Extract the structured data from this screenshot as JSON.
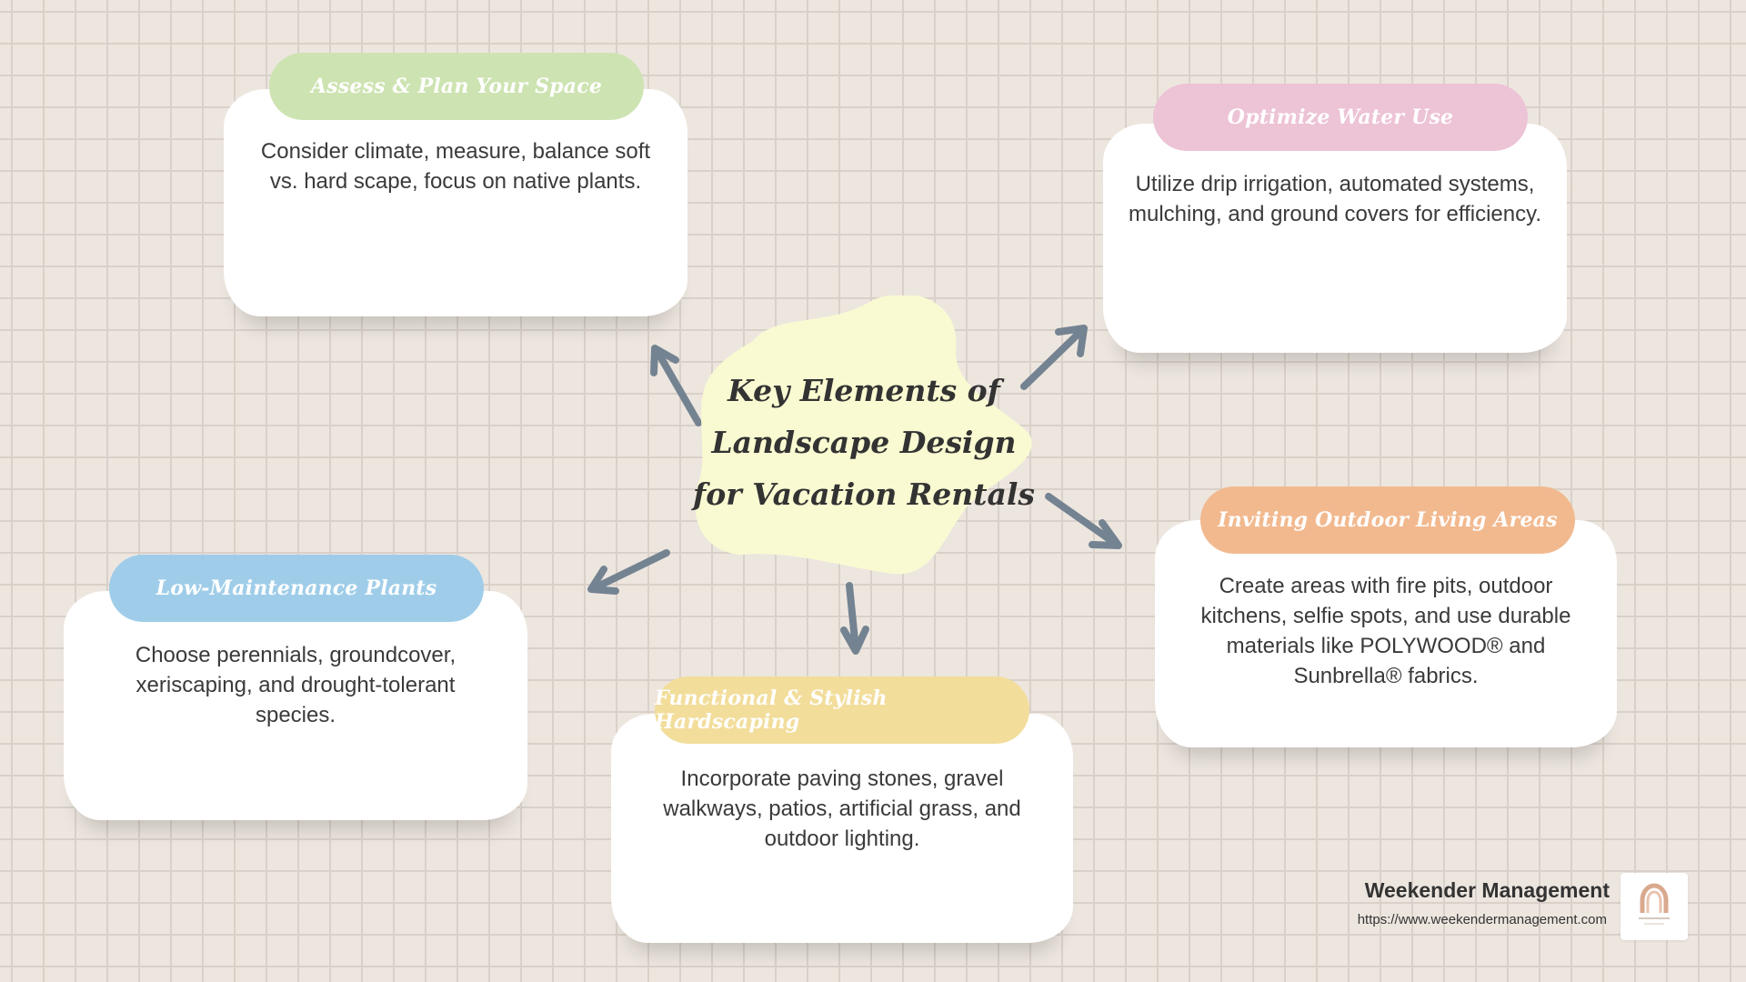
{
  "title": "Key Elements of Landscape Design for Vacation Rentals",
  "colors": {
    "background": "#ede6df",
    "grid": "#d9d1c9",
    "center_blob": "#fafad2",
    "arrow": "#748391",
    "assess": "#cde3b1",
    "water": "#edc3d6",
    "outdoor": "#f2b98f",
    "plants": "#9fcde9",
    "hardscape": "#f2dd9b"
  },
  "cards": {
    "assess": {
      "heading": "Assess & Plan Your Space",
      "text": "Consider climate, measure, balance soft vs. hard scape, focus on native plants."
    },
    "water": {
      "heading": "Optimize Water Use",
      "text": "Utilize drip irrigation, automated systems, mulching, and ground covers for efficiency."
    },
    "outdoor": {
      "heading": "Inviting Outdoor Living Areas",
      "text": "Create areas with fire pits, outdoor kitchens, selfie spots, and use durable materials like POLYWOOD® and Sunbrella® fabrics."
    },
    "plants": {
      "heading": "Low-Maintenance Plants",
      "text": "Choose perennials, groundcover, xeriscaping, and drought-tolerant species."
    },
    "hardscape": {
      "heading": "Functional & Stylish Hardscaping",
      "text": "Incorporate paving stones, gravel walkways, patios, artificial grass, and outdoor lighting."
    }
  },
  "brand": {
    "name": "Weekender Management",
    "url": "https://www.weekendermanagement.com",
    "logo_icon": "arch-logo-icon"
  }
}
